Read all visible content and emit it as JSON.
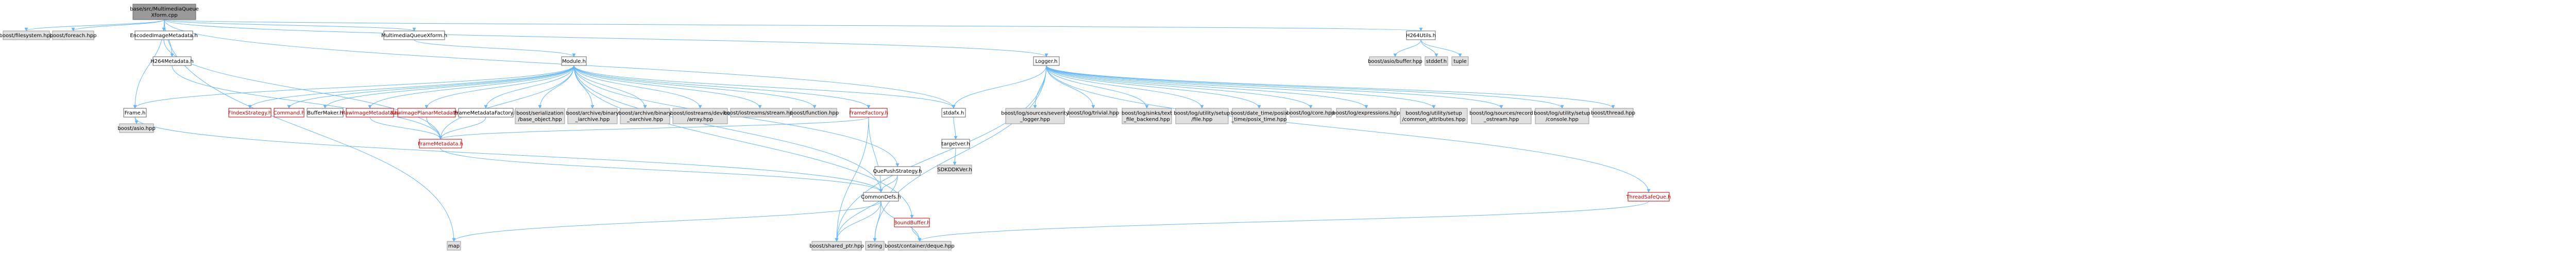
{
  "diagram": {
    "nodes": [
      {
        "id": "root",
        "lines": [
          "base/src/MultimediaQueue",
          "Xform.cpp"
        ],
        "style": "root"
      },
      {
        "id": "boost_filesystem",
        "lines": [
          "boost/filesystem.hpp"
        ],
        "style": "ext"
      },
      {
        "id": "boost_foreach",
        "lines": [
          "boost/foreach.hpp"
        ],
        "style": "ext"
      },
      {
        "id": "encoded_image_metadata",
        "lines": [
          "EncodedImageMetadata.h"
        ],
        "style": "normal"
      },
      {
        "id": "h264_metadata",
        "lines": [
          "H264Metadata.h"
        ],
        "style": "normal"
      },
      {
        "id": "frame_h",
        "lines": [
          "Frame.h"
        ],
        "style": "normal"
      },
      {
        "id": "boost_asio",
        "lines": [
          "boost/asio.hpp"
        ],
        "style": "ext"
      },
      {
        "id": "multimedia_queue_xform_h",
        "lines": [
          "MultimediaQueueXform.h"
        ],
        "style": "normal"
      },
      {
        "id": "module_h",
        "lines": [
          "Module.h"
        ],
        "style": "normal"
      },
      {
        "id": "find_des_strategy",
        "lines": [
          "FIndexStrategy.h"
        ],
        "style": "red"
      },
      {
        "id": "command_h",
        "lines": [
          "Command.h"
        ],
        "style": "red"
      },
      {
        "id": "buffer_maker",
        "lines": [
          "BufferMaker.h"
        ],
        "style": "normal"
      },
      {
        "id": "raw_image_metadata",
        "lines": [
          "RawImageMetadata.h"
        ],
        "style": "red"
      },
      {
        "id": "raw_image_plane_metadata",
        "lines": [
          "RawImagePlanarMetadata.h"
        ],
        "style": "red"
      },
      {
        "id": "frame_metadata_factory",
        "lines": [
          "FrameMetadataFactory.h"
        ],
        "style": "normal"
      },
      {
        "id": "boost_serialization",
        "lines": [
          "boost/serialization",
          "/base_object.hpp"
        ],
        "style": "ext"
      },
      {
        "id": "boost_archive_binary_iarchive",
        "lines": [
          "boost/archive/binary",
          "_iarchive.hpp"
        ],
        "style": "ext"
      },
      {
        "id": "boost_archive_binary_oarchive",
        "lines": [
          "boost/archive/binary",
          "_oarchive.hpp"
        ],
        "style": "ext"
      },
      {
        "id": "boost_iostreams_device_array",
        "lines": [
          "boost/iostreams/device",
          "/array.hpp"
        ],
        "style": "ext"
      },
      {
        "id": "boost_iostreams_stream",
        "lines": [
          "boost/iostreams/stream.hpp"
        ],
        "style": "ext"
      },
      {
        "id": "boost_function",
        "lines": [
          "boost/function.hpp"
        ],
        "style": "ext"
      },
      {
        "id": "frame_factory",
        "lines": [
          "FrameFactory.h"
        ],
        "style": "red"
      },
      {
        "id": "frame_metadata",
        "lines": [
          "FrameMetadata.h"
        ],
        "style": "red"
      },
      {
        "id": "que_push_strategy",
        "lines": [
          "QuePushStrategy.h"
        ],
        "style": "normal"
      },
      {
        "id": "common_defs",
        "lines": [
          "CommonDefs.h"
        ],
        "style": "normal"
      },
      {
        "id": "map",
        "lines": [
          "map"
        ],
        "style": "ext"
      },
      {
        "id": "boost_shared_ptr",
        "lines": [
          "boost/shared_ptr.hpp"
        ],
        "style": "ext"
      },
      {
        "id": "string",
        "lines": [
          "string"
        ],
        "style": "ext"
      },
      {
        "id": "boost_container_deque",
        "lines": [
          "boost/container/deque.hpp"
        ],
        "style": "ext"
      },
      {
        "id": "bounded_buffer",
        "lines": [
          "BoundBuffer.h"
        ],
        "style": "red"
      },
      {
        "id": "stdafx_h",
        "lines": [
          "stdafx.h"
        ],
        "style": "normal"
      },
      {
        "id": "targetver_h",
        "lines": [
          "targetver.h"
        ],
        "style": "normal"
      },
      {
        "id": "sdkddkver_h",
        "lines": [
          "SDKDDKVer.h"
        ],
        "style": "ext"
      },
      {
        "id": "logger_h",
        "lines": [
          "Logger.h"
        ],
        "style": "normal"
      },
      {
        "id": "boost_log_severity_logger",
        "lines": [
          "boost/log/sources/severity",
          "_logger.hpp"
        ],
        "style": "ext"
      },
      {
        "id": "boost_log_trivial",
        "lines": [
          "boost/log/trivial.hpp"
        ],
        "style": "ext"
      },
      {
        "id": "boost_log_text_file_backend",
        "lines": [
          "boost/log/sinks/text",
          "_file_backend.hpp"
        ],
        "style": "ext"
      },
      {
        "id": "boost_log_setup_file",
        "lines": [
          "boost/log/utility/setup",
          "/file.hpp"
        ],
        "style": "ext"
      },
      {
        "id": "boost_date_time_posix",
        "lines": [
          "boost/date_time/posix",
          "_time/posix_time.hpp"
        ],
        "style": "ext"
      },
      {
        "id": "boost_log_core",
        "lines": [
          "boost/log/core.hpp"
        ],
        "style": "ext"
      },
      {
        "id": "boost_log_expressions",
        "lines": [
          "boost/log/expressions.hpp"
        ],
        "style": "ext"
      },
      {
        "id": "boost_log_common_attributes",
        "lines": [
          "boost/log/utility/setup",
          "/common_attributes.hpp"
        ],
        "style": "ext"
      },
      {
        "id": "boost_log_record_ostream",
        "lines": [
          "boost/log/sources/record",
          "_ostream.hpp"
        ],
        "style": "ext"
      },
      {
        "id": "boost_log_setup_console",
        "lines": [
          "boost/log/utility/setup",
          "/console.hpp"
        ],
        "style": "ext"
      },
      {
        "id": "boost_thread",
        "lines": [
          "boost/thread.hpp"
        ],
        "style": "ext"
      },
      {
        "id": "thread_safe_que",
        "lines": [
          "ThreadSafeQue.h"
        ],
        "style": "red"
      },
      {
        "id": "h264_utils",
        "lines": [
          "H264Utils.h"
        ],
        "style": "normal"
      },
      {
        "id": "boost_asio_buffer",
        "lines": [
          "boost/asio/buffer.hpp"
        ],
        "style": "ext"
      },
      {
        "id": "stddef_h",
        "lines": [
          "stddef.h"
        ],
        "style": "ext"
      },
      {
        "id": "tuple",
        "lines": [
          "tuple"
        ],
        "style": "ext"
      }
    ],
    "edges": [
      [
        "root",
        "boost_filesystem"
      ],
      [
        "root",
        "boost_foreach"
      ],
      [
        "root",
        "encoded_image_metadata"
      ],
      [
        "root",
        "h264_metadata"
      ],
      [
        "root",
        "frame_h"
      ],
      [
        "root",
        "multimedia_queue_xform_h"
      ],
      [
        "root",
        "logger_h"
      ],
      [
        "root",
        "h264_utils"
      ],
      [
        "root",
        "map"
      ],
      [
        "root",
        "stdafx_h"
      ],
      [
        "encoded_image_metadata",
        "frame_metadata"
      ],
      [
        "h264_metadata",
        "frame_metadata"
      ],
      [
        "frame_h",
        "boost_asio"
      ],
      [
        "frame_h",
        "common_defs"
      ],
      [
        "multimedia_queue_xform_h",
        "module_h"
      ],
      [
        "module_h",
        "find_des_strategy"
      ],
      [
        "module_h",
        "command_h"
      ],
      [
        "module_h",
        "buffer_maker"
      ],
      [
        "module_h",
        "raw_image_metadata"
      ],
      [
        "module_h",
        "raw_image_plane_metadata"
      ],
      [
        "module_h",
        "frame_metadata_factory"
      ],
      [
        "module_h",
        "boost_serialization"
      ],
      [
        "module_h",
        "boost_archive_binary_iarchive"
      ],
      [
        "module_h",
        "boost_archive_binary_oarchive"
      ],
      [
        "module_h",
        "boost_iostreams_device_array"
      ],
      [
        "module_h",
        "boost_iostreams_stream"
      ],
      [
        "module_h",
        "boost_function"
      ],
      [
        "module_h",
        "frame_factory"
      ],
      [
        "module_h",
        "frame_h"
      ],
      [
        "module_h",
        "frame_metadata"
      ],
      [
        "module_h",
        "que_push_strategy"
      ],
      [
        "module_h",
        "stdafx_h"
      ],
      [
        "module_h",
        "common_defs"
      ],
      [
        "module_h",
        "bounded_buffer"
      ],
      [
        "raw_image_metadata",
        "frame_metadata"
      ],
      [
        "raw_image_plane_metadata",
        "frame_metadata"
      ],
      [
        "frame_metadata_factory",
        "frame_metadata"
      ],
      [
        "frame_factory",
        "frame_metadata"
      ],
      [
        "frame_factory",
        "common_defs"
      ],
      [
        "frame_factory",
        "boost_shared_ptr"
      ],
      [
        "frame_metadata",
        "common_defs"
      ],
      [
        "que_push_strategy",
        "common_defs"
      ],
      [
        "que_push_strategy",
        "boost_shared_ptr"
      ],
      [
        "common_defs",
        "map"
      ],
      [
        "common_defs",
        "boost_shared_ptr"
      ],
      [
        "common_defs",
        "string"
      ],
      [
        "common_defs",
        "boost_container_deque"
      ],
      [
        "bounded_buffer",
        "boost_container_deque"
      ],
      [
        "stdafx_h",
        "targetver_h"
      ],
      [
        "targetver_h",
        "sdkddkver_h"
      ],
      [
        "logger_h",
        "stdafx_h"
      ],
      [
        "logger_h",
        "boost_log_severity_logger"
      ],
      [
        "logger_h",
        "boost_log_trivial"
      ],
      [
        "logger_h",
        "boost_log_text_file_backend"
      ],
      [
        "logger_h",
        "boost_log_setup_file"
      ],
      [
        "logger_h",
        "boost_date_time_posix"
      ],
      [
        "logger_h",
        "boost_log_core"
      ],
      [
        "logger_h",
        "boost_log_expressions"
      ],
      [
        "logger_h",
        "boost_log_common_attributes"
      ],
      [
        "logger_h",
        "boost_log_record_ostream"
      ],
      [
        "logger_h",
        "boost_log_setup_console"
      ],
      [
        "logger_h",
        "boost_thread"
      ],
      [
        "logger_h",
        "thread_safe_que"
      ],
      [
        "logger_h",
        "string"
      ],
      [
        "logger_h",
        "boost_shared_ptr"
      ],
      [
        "thread_safe_que",
        "boost_container_deque"
      ],
      [
        "h264_utils",
        "boost_asio_buffer"
      ],
      [
        "h264_utils",
        "stddef_h"
      ],
      [
        "h264_utils",
        "tuple"
      ]
    ]
  },
  "colors": {
    "root_fill": "#9a9a9a",
    "ext_fill": "#e0e0e0",
    "red_border": "#cc0000",
    "edge": "#63b8ff"
  }
}
